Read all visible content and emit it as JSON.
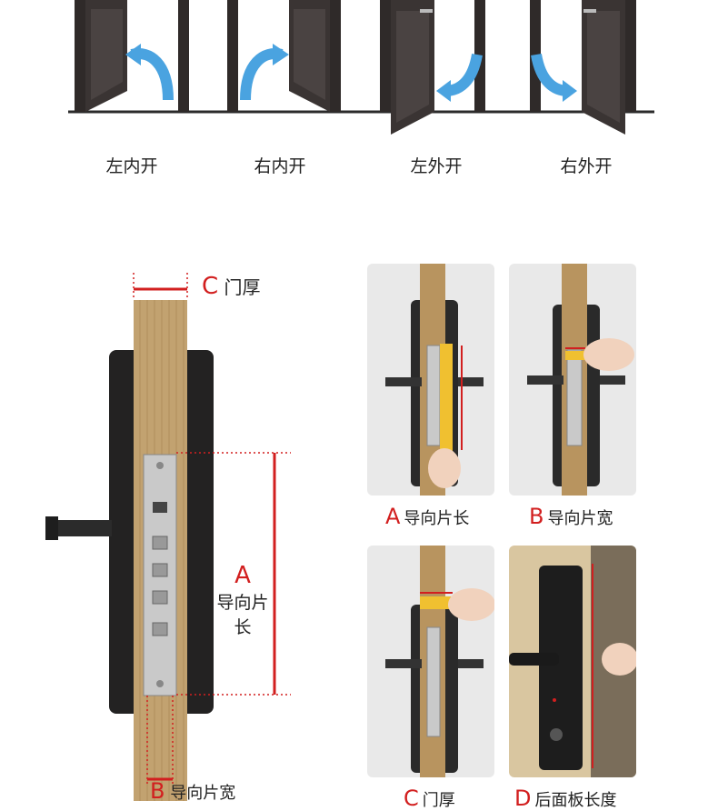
{
  "directions": [
    "左内开",
    "右内开",
    "左外开",
    "右外开"
  ],
  "main_diagram": {
    "c_letter": "C",
    "c_text": "门厚",
    "a_letter": "A",
    "a_text_line1": "导向片",
    "a_text_line2": "长",
    "b_letter": "B",
    "b_text": "导向片宽"
  },
  "panels": [
    {
      "letter": "A",
      "text": "导向片长"
    },
    {
      "letter": "B",
      "text": "导向片宽"
    },
    {
      "letter": "C",
      "text": "门厚"
    },
    {
      "letter": "D",
      "text": "后面板长度"
    }
  ],
  "colors": {
    "accent_red": "#d21f1f",
    "door_dark": "#3a3433",
    "arrow_blue": "#4aa3e0",
    "wood": "#c2a270"
  }
}
